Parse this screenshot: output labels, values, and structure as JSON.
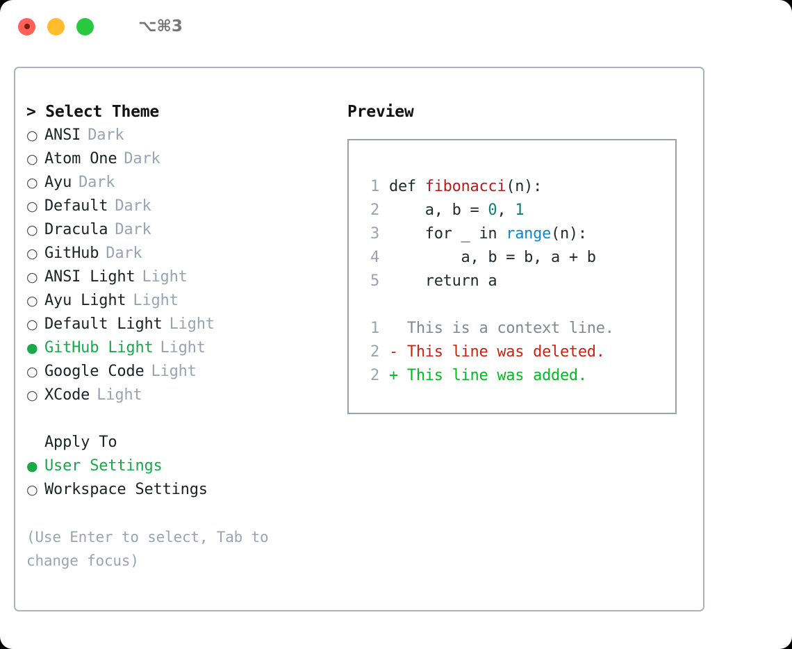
{
  "titlebar": {
    "shortcut": "⌥⌘3",
    "buttons": [
      {
        "name": "close",
        "color": "#ff6058"
      },
      {
        "name": "minimize",
        "color": "#ffbd2e"
      },
      {
        "name": "zoom",
        "color": "#28c840"
      }
    ]
  },
  "theme_picker": {
    "heading": "> Select Theme",
    "bullet_off": "○",
    "bullet_on": "●",
    "items": [
      {
        "label": "ANSI",
        "tag": "Dark",
        "selected": false
      },
      {
        "label": "Atom One",
        "tag": "Dark",
        "selected": false
      },
      {
        "label": "Ayu",
        "tag": "Dark",
        "selected": false
      },
      {
        "label": "Default",
        "tag": "Dark",
        "selected": false
      },
      {
        "label": "Dracula",
        "tag": "Dark",
        "selected": false
      },
      {
        "label": "GitHub",
        "tag": "Dark",
        "selected": false
      },
      {
        "label": "ANSI Light",
        "tag": "Light",
        "selected": false
      },
      {
        "label": "Ayu Light",
        "tag": "Light",
        "selected": false
      },
      {
        "label": "Default Light",
        "tag": "Light",
        "selected": false
      },
      {
        "label": "GitHub Light",
        "tag": "Light",
        "selected": true
      },
      {
        "label": "Google Code",
        "tag": "Light",
        "selected": false
      },
      {
        "label": "XCode",
        "tag": "Light",
        "selected": false
      }
    ]
  },
  "apply_to": {
    "heading": "Apply To",
    "items": [
      {
        "label": "User Settings",
        "selected": true
      },
      {
        "label": "Workspace Settings",
        "selected": false
      }
    ]
  },
  "hint": "(Use Enter to select, Tab to change focus)",
  "preview": {
    "title": "Preview",
    "code_lines": [
      {
        "ln": "1",
        "parts": [
          {
            "text": "def ",
            "style": "plain"
          },
          {
            "text": "fibonacci",
            "style": "fn"
          },
          {
            "text": "(n):",
            "style": "plain"
          }
        ]
      },
      {
        "ln": "2",
        "parts": [
          {
            "text": "    a, b = ",
            "style": "plain"
          },
          {
            "text": "0",
            "style": "num"
          },
          {
            "text": ", ",
            "style": "plain"
          },
          {
            "text": "1",
            "style": "num"
          }
        ]
      },
      {
        "ln": "3",
        "parts": [
          {
            "text": "    for _ in ",
            "style": "plain"
          },
          {
            "text": "range",
            "style": "builtin"
          },
          {
            "text": "(n):",
            "style": "plain"
          }
        ]
      },
      {
        "ln": "4",
        "parts": [
          {
            "text": "        a, b = b, a + b",
            "style": "plain"
          }
        ]
      },
      {
        "ln": "5",
        "parts": [
          {
            "text": "    return a",
            "style": "plain"
          }
        ]
      }
    ],
    "diff_lines": [
      {
        "ln": "1",
        "marker": "  ",
        "text": "This is a context line.",
        "kind": "context"
      },
      {
        "ln": "2",
        "marker": "- ",
        "text": "This line was deleted.",
        "kind": "deleted"
      },
      {
        "ln": "2",
        "marker": "+ ",
        "text": "This line was added.",
        "kind": "added"
      }
    ]
  },
  "colors": {
    "accent_green": "#19a84a",
    "diff_add": "#00bb22",
    "diff_del": "#cc2211",
    "muted": "#9aa3b2",
    "border": "#aab2bf",
    "fn_red": "#b31d1d",
    "num_teal": "#0f7d77",
    "builtin_blue": "#1187c9"
  }
}
